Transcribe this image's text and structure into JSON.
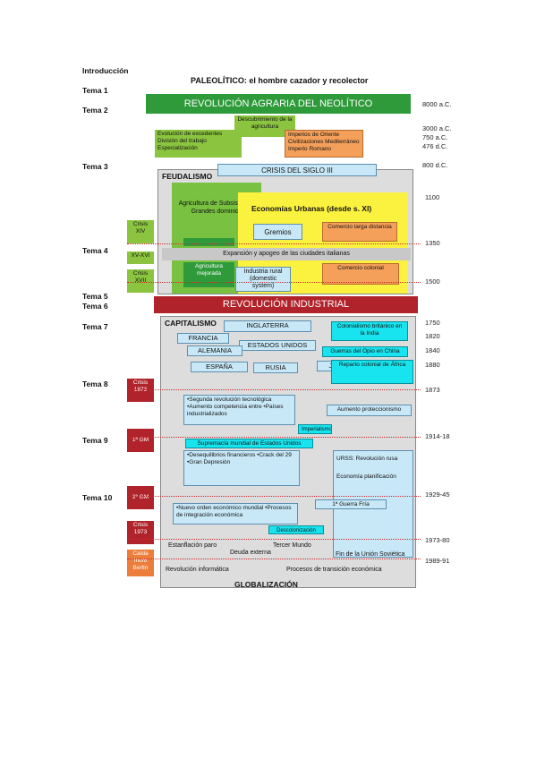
{
  "header": {
    "intro": "Introducción",
    "title": "PALEOLÍTICO: el hombre cazador y recolector"
  },
  "temas": {
    "t1": "Tema 1",
    "t2": "Tema 2",
    "t3": "Tema 3",
    "t4": "Tema 4",
    "t5": "Tema 5",
    "t6": "Tema 6",
    "t7": "Tema 7",
    "t8": "Tema 8",
    "t9": "Tema 9",
    "t10": "Tema 10"
  },
  "years": {
    "y1": "8000 a.C.",
    "y2": "3000 a.C.",
    "y3": "750 a.C.",
    "y4": "476 d.C.",
    "y5": "800 d.C.",
    "y6": "1100",
    "y7": "1350",
    "y8": "1500",
    "y9": "1750",
    "y10": "1820",
    "y11": "1840",
    "y12": "1880",
    "y13": "1873",
    "y14": "1914-18",
    "y15": "1929-45",
    "y16": "1973-80",
    "y17": "1989-91"
  },
  "neolitico": {
    "banner": "REVOLUCIÓN AGRARIA DEL NEOLÍTICO",
    "agricultura": "Descubrimiento de la agricultura",
    "excedentes": "Evolución de excedentes División del trabajo Especialización",
    "imperios": "Imperios de Oriente Civilizaciones Mediterráneo Imperio Romano"
  },
  "feudalismo": {
    "label": "FEUDALISMO",
    "crisis_iii": "CRISIS DEL SIGLO III",
    "agricultura_sub": "Agricultura de Subsistencia Grandes dominios",
    "econ_urbanas": "Economías Urbanas (desde s. XI)",
    "gremios": "Gremios",
    "comercio_larga": "Comercio larga distancia",
    "expansion": "Expansión y apogeo de las ciudades italianas",
    "agric_mejorada": "Agricultura mejorada",
    "industria_rural": "Industria rural (domestic system)",
    "comercio_colonial": "Comercio colonial",
    "crisis_xiv": "Crisis XIV",
    "xv_xvi": "XV-XVI",
    "crisis_xvii": "Crisis XVII"
  },
  "industrial": {
    "banner": "REVOLUCIÓN INDUSTRIAL"
  },
  "capitalismo": {
    "label": "CAPITALISMO",
    "inglaterra": "INGLATERRA",
    "francia": "FRANCIA",
    "alemania": "ALEMANIA",
    "eeuu": "ESTADOS UNIDOS",
    "espana": "ESPAÑA",
    "rusia": "RUSIA",
    "japon": "JAPÓN",
    "colonialismo": "Colonialismo británico en la India",
    "guerras_opio": "Guerras del Opio en China",
    "reparto": "Reparto colonial de África",
    "crisis_1873": "Crisis 1873",
    "segunda_rev": "•Segunda revolución tecnológica •Aumento competencia entre •Países industrializados",
    "proteccionismo": "Aumento proteccionismo",
    "imperialismo": "Imperialismo",
    "gm1": "1ª GM",
    "supremacia": "Supremacía mundial de Estados Unidos",
    "desequilibrios": "•Desequilibrios financieros •Crack del 29 •Gran Depresión",
    "urss_title": "URSS: Revolución rusa",
    "economia_plan": "Economía planificación",
    "gm2": "2ª GM",
    "guerra_fria": "1ª Guerra Fría",
    "nuevo_orden": "•Nuevo orden económico mundial •Procesos de integración económica",
    "descolonizacion": "Descolonización",
    "crisis_1973": "Crisis 1973",
    "estanflacion": "Estanflación paro",
    "tercer_mundo": "Tercer Mundo",
    "deuda_externa": "Deuda externa",
    "fin_urss": "Fin de la Unión Soviética",
    "caida_berlin": "Caída muro Berlín",
    "rev_informatica": "Revolución informática",
    "transicion": "Procesos de transición económica",
    "globalizacion": "GLOBALIZACIÓN"
  }
}
